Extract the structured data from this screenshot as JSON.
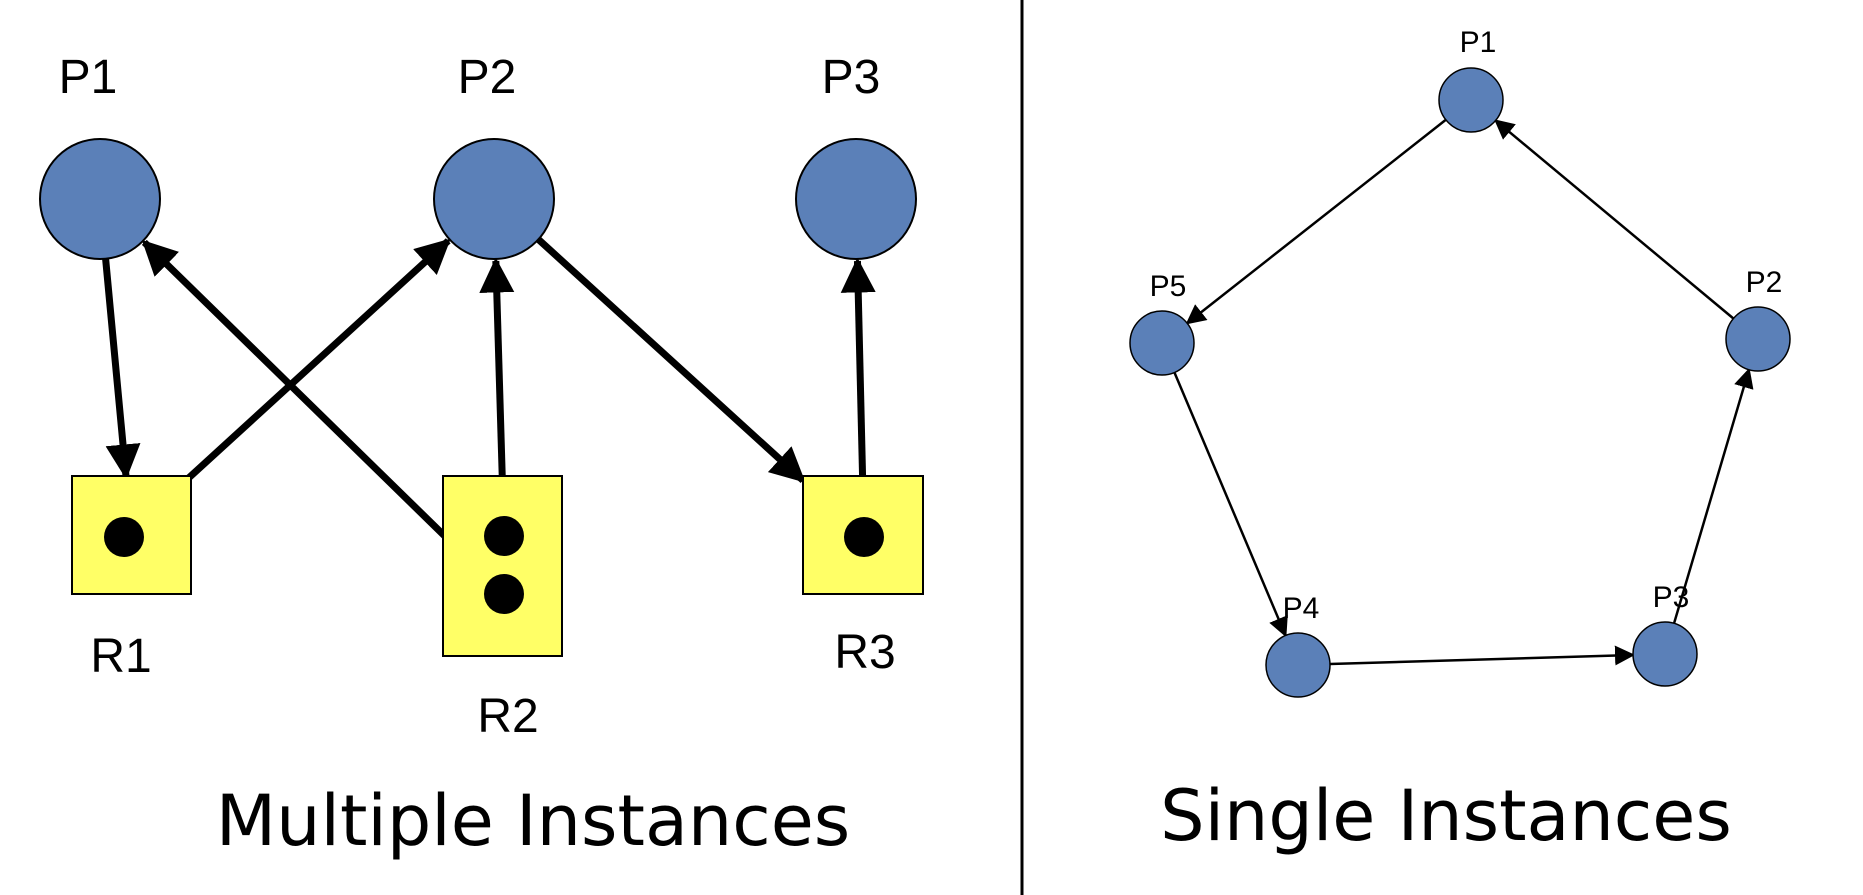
{
  "colors": {
    "process_fill": "#5b80b8",
    "resource_fill": "#ffff66",
    "stroke": "#000000",
    "background": "#ffffff"
  },
  "multiple_instances": {
    "caption": "Multiple Instances",
    "processes": [
      {
        "id": "P1",
        "label": "P1"
      },
      {
        "id": "P2",
        "label": "P2"
      },
      {
        "id": "P3",
        "label": "P3"
      }
    ],
    "resources": [
      {
        "id": "R1",
        "label": "R1",
        "instances": 1
      },
      {
        "id": "R2",
        "label": "R2",
        "instances": 2
      },
      {
        "id": "R3",
        "label": "R3",
        "instances": 1
      }
    ],
    "edges": [
      {
        "from": "P1",
        "to": "R1",
        "kind": "request"
      },
      {
        "from": "R1",
        "to": "P2",
        "kind": "assignment"
      },
      {
        "from": "R2",
        "to": "P2",
        "kind": "assignment"
      },
      {
        "from": "R2",
        "to": "P1",
        "kind": "assignment"
      },
      {
        "from": "P2",
        "to": "R3",
        "kind": "request"
      },
      {
        "from": "R3",
        "to": "P3",
        "kind": "assignment"
      }
    ]
  },
  "single_instances": {
    "caption": "Single Instances",
    "processes": [
      {
        "id": "P1",
        "label": "P1"
      },
      {
        "id": "P2",
        "label": "P2"
      },
      {
        "id": "P3",
        "label": "P3"
      },
      {
        "id": "P4",
        "label": "P4"
      },
      {
        "id": "P5",
        "label": "P5"
      }
    ],
    "edges": [
      {
        "from": "P1",
        "to": "P5"
      },
      {
        "from": "P5",
        "to": "P4"
      },
      {
        "from": "P4",
        "to": "P3"
      },
      {
        "from": "P3",
        "to": "P2"
      },
      {
        "from": "P2",
        "to": "P1"
      }
    ]
  }
}
